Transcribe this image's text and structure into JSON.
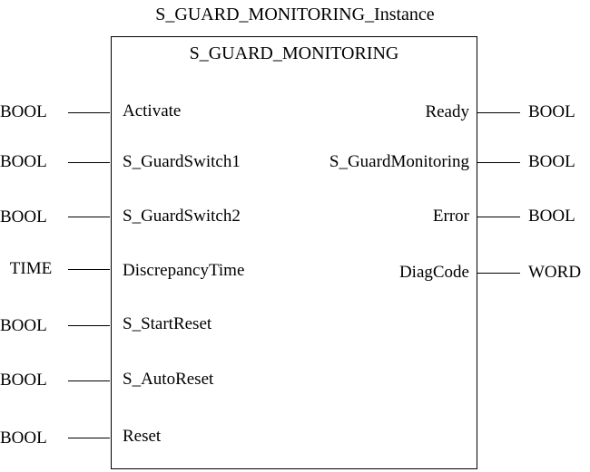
{
  "instance_title": "S_GUARD_MONITORING_Instance",
  "block_name": "S_GUARD_MONITORING",
  "inputs": [
    {
      "type": "BOOL",
      "name": "Activate"
    },
    {
      "type": "BOOL",
      "name": "S_GuardSwitch1"
    },
    {
      "type": "BOOL",
      "name": "S_GuardSwitch2"
    },
    {
      "type": "TIME",
      "name": "DiscrepancyTime"
    },
    {
      "type": "BOOL",
      "name": "S_StartReset"
    },
    {
      "type": "BOOL",
      "name": "S_AutoReset"
    },
    {
      "type": "BOOL",
      "name": "Reset"
    }
  ],
  "outputs": [
    {
      "name": "Ready",
      "type": "BOOL"
    },
    {
      "name": "S_GuardMonitoring",
      "type": "BOOL"
    },
    {
      "name": "Error",
      "type": "BOOL"
    },
    {
      "name": "DiagCode",
      "type": "WORD"
    }
  ]
}
